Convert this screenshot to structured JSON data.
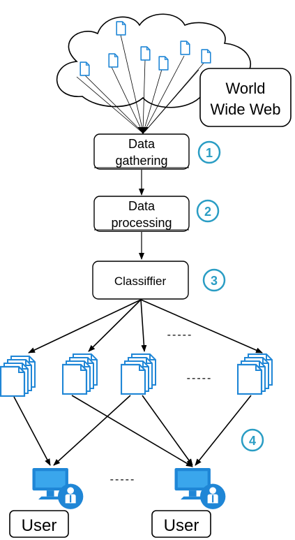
{
  "cloud_label": {
    "line1": "World",
    "line2": "Wide Web"
  },
  "pipeline": {
    "gathering": {
      "line1": "Data",
      "line2": "gathering"
    },
    "processing": {
      "line1": "Data",
      "line2": "processing"
    },
    "classifier": "Classiffier"
  },
  "steps": [
    "1",
    "2",
    "3",
    "4"
  ],
  "ellipsis": "-----",
  "users": [
    "User",
    "User"
  ],
  "colors": {
    "accent": "#2a9dc4",
    "doc": "#1f86d6",
    "line": "#000000"
  },
  "icons": [
    "document-icon",
    "document-stack-icon",
    "computer-user-icon"
  ]
}
